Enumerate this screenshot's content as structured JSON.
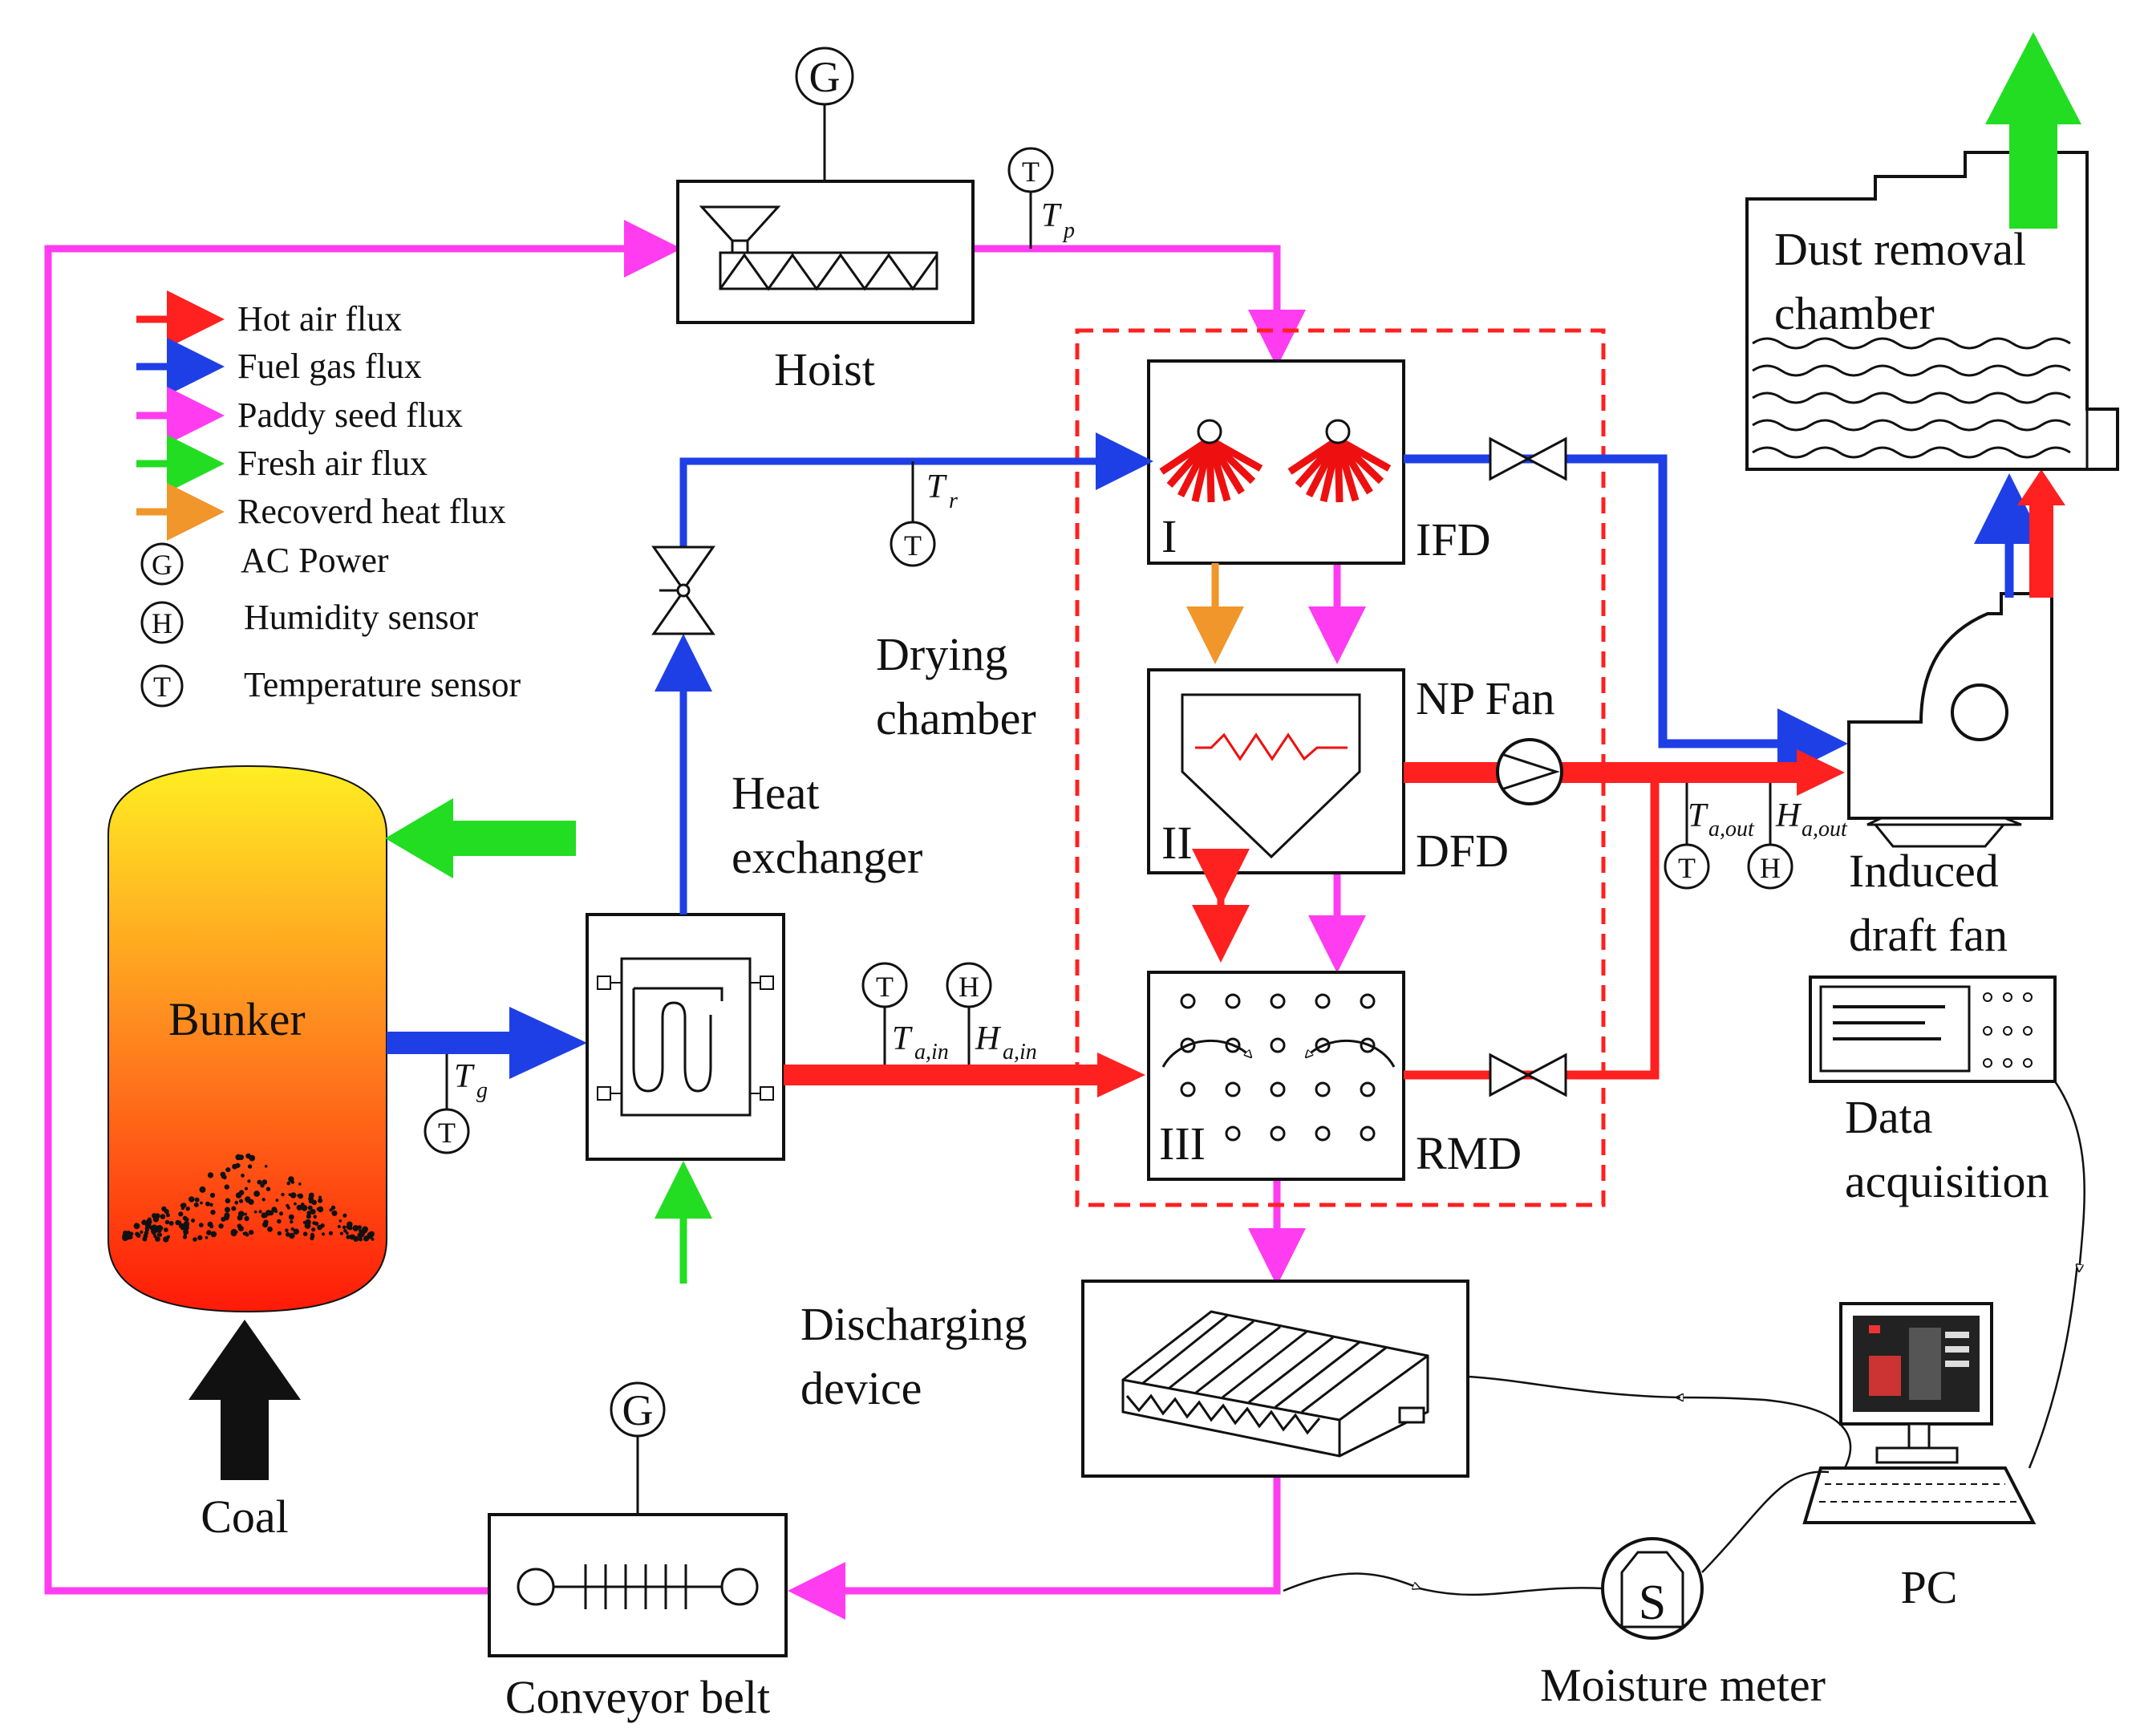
{
  "legend": [
    {
      "label": "Hot air flux",
      "color": "#ff2020"
    },
    {
      "label": "Fuel gas flux",
      "color": "#1f3fe6"
    },
    {
      "label": "Paddy seed flux",
      "color": "#ff3cf0"
    },
    {
      "label": "Fresh air flux",
      "color": "#22dd22"
    },
    {
      "label": "Recoverd heat flux",
      "color": "#f0962a"
    }
  ],
  "legend_symbols": [
    {
      "symbol": "G",
      "label": "AC Power"
    },
    {
      "symbol": "H",
      "label": "Humidity sensor"
    },
    {
      "symbol": "T",
      "label": "Temperature sensor"
    }
  ],
  "components": {
    "hoist": "Hoist",
    "bunker": "Bunker",
    "coal": "Coal",
    "heat_exchanger": [
      "Heat",
      "exchanger"
    ],
    "drying_chamber": [
      "Drying",
      "chamber"
    ],
    "dust_removal": [
      "Dust removal",
      "chamber"
    ],
    "induced_fan": [
      "Induced",
      "draft fan"
    ],
    "data_acquisition": [
      "Data",
      "acquisition"
    ],
    "discharging": [
      "Discharging",
      "device"
    ],
    "conveyor": "Conveyor belt",
    "moisture_meter": "Moisture meter",
    "pc": "PC",
    "np_fan": "NP Fan",
    "ifd": "IFD",
    "dfd": "DFD",
    "rmd": "RMD",
    "stage_1": "I",
    "stage_2": "II",
    "stage_3": "III",
    "moisture_symbol": "S"
  },
  "sensors": {
    "g": "G",
    "t": "T",
    "h": "H"
  },
  "variables": {
    "tp": {
      "main": "T",
      "sub": "p"
    },
    "tr": {
      "main": "T",
      "sub": "r"
    },
    "tg": {
      "main": "T",
      "sub": "g"
    },
    "tain": {
      "main": "T",
      "sub": "a,in"
    },
    "hain": {
      "main": "H",
      "sub": "a,in"
    },
    "taout": {
      "main": "T",
      "sub": "a,out"
    },
    "haout": {
      "main": "H",
      "sub": "a,out"
    }
  },
  "colors": {
    "hot_air": "#ff2020",
    "fuel_gas": "#1f3fe6",
    "paddy": "#ff3cf0",
    "fresh_air": "#22dd22",
    "recovered": "#f0962a",
    "chamber_border": "#ff2020"
  }
}
